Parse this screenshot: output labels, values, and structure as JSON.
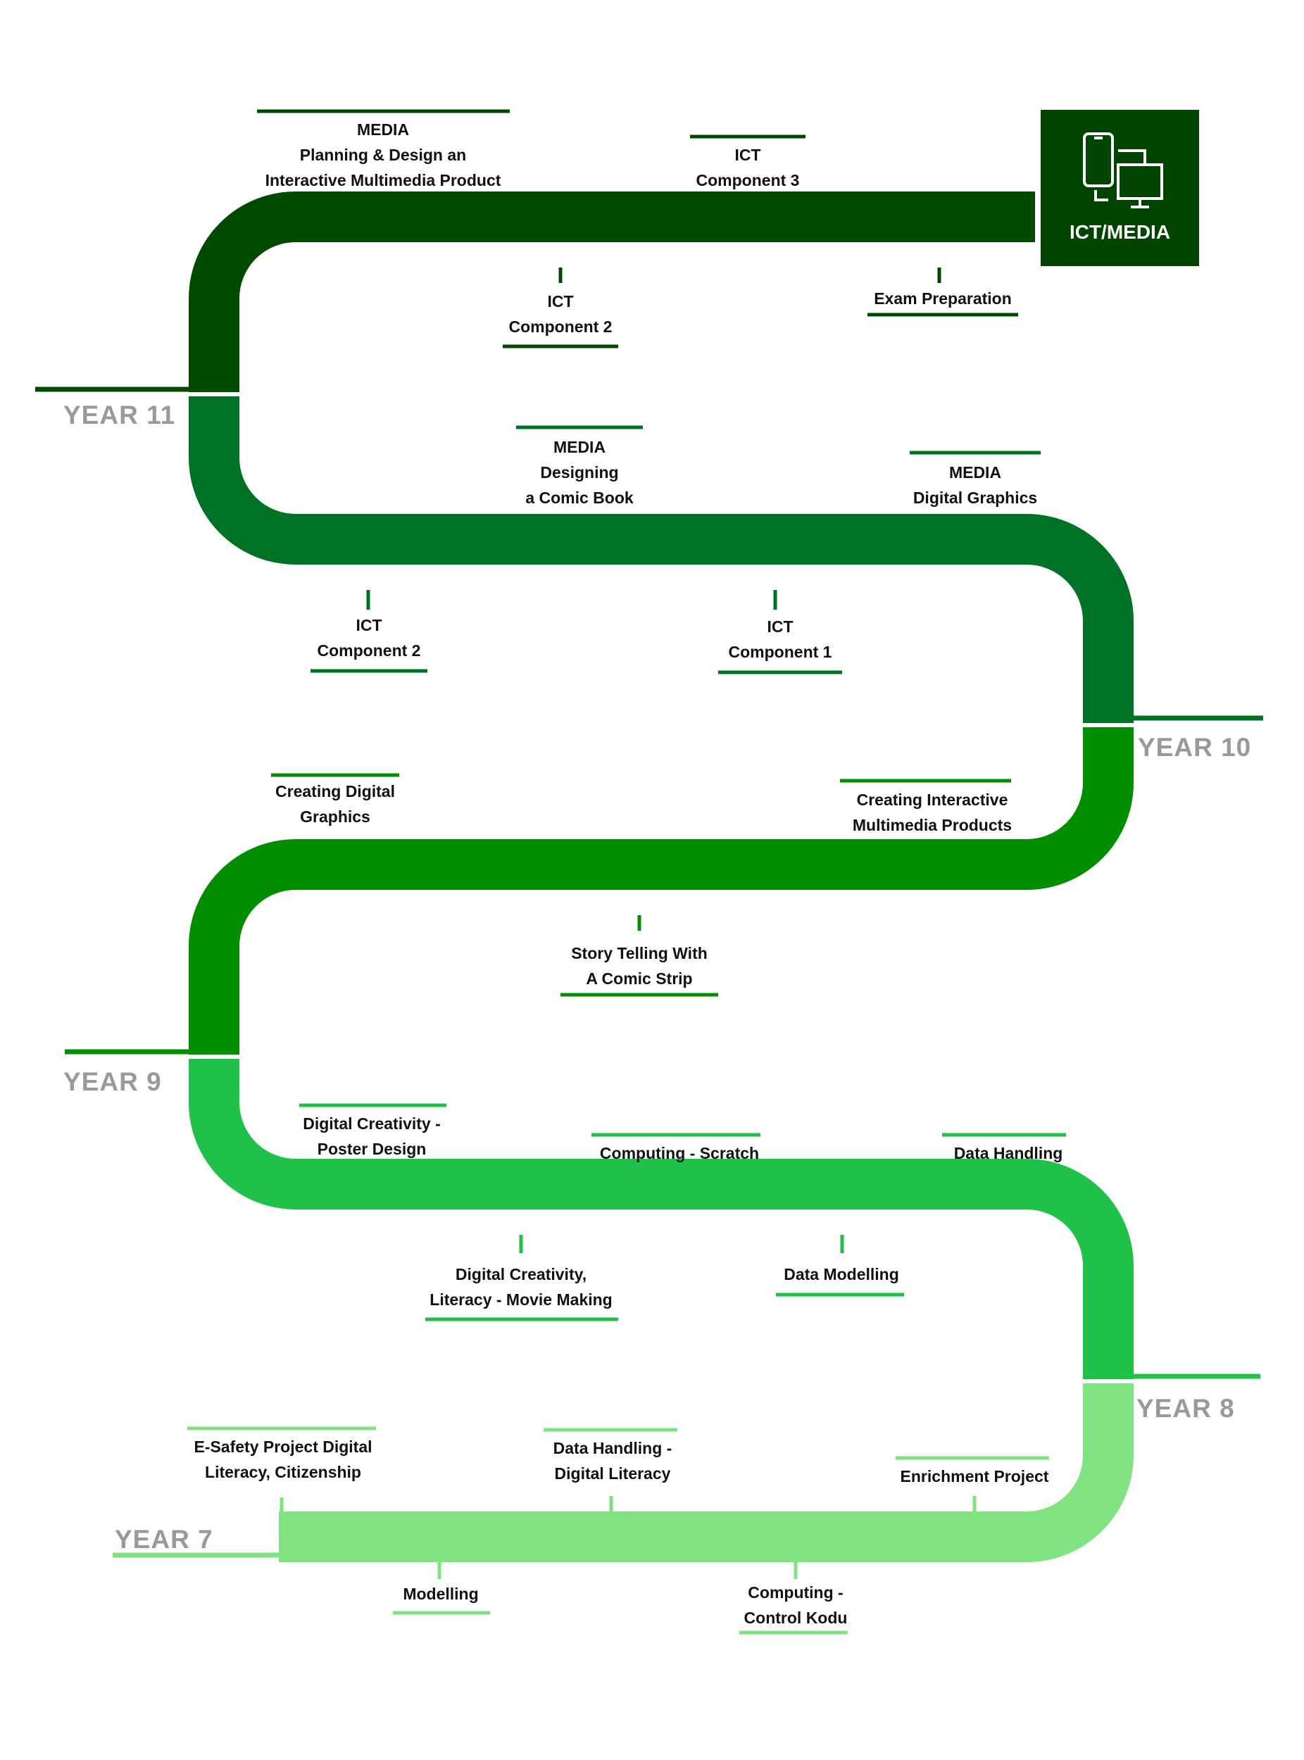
{
  "colors": {
    "year11": "#004a00",
    "year10": "#007226",
    "year9": "#008e00",
    "year8": "#20c149",
    "year7": "#80e280",
    "year_text": "#999999"
  },
  "logo": {
    "label": "ICT/MEDIA",
    "icon": "devices-icon"
  },
  "years": {
    "y11": "YEAR 11",
    "y10": "YEAR 10",
    "y9": "YEAR 9",
    "y8": "YEAR 8",
    "y7": "YEAR 7"
  },
  "topics": {
    "y11": {
      "media_planning": [
        "MEDIA",
        "Planning & Design an",
        "Interactive Multimedia Product"
      ],
      "ict_comp3": [
        "ICT",
        "Component 3"
      ],
      "ict_comp2": [
        "ICT",
        "Component 2"
      ],
      "exam_prep": [
        "Exam Preparation"
      ]
    },
    "y10": {
      "media_comic": [
        "MEDIA",
        "Designing",
        "a Comic Book"
      ],
      "media_graphics": [
        "MEDIA",
        "Digital Graphics"
      ],
      "ict_comp2": [
        "ICT",
        "Component 2"
      ],
      "ict_comp1": [
        "ICT",
        "Component 1"
      ]
    },
    "y9": {
      "creating_graphics": [
        "Creating Digital",
        "Graphics"
      ],
      "creating_interactive": [
        "Creating Interactive",
        "Multimedia Products"
      ],
      "story_telling": [
        "Story Telling With",
        "A Comic Strip"
      ]
    },
    "y8": {
      "poster": [
        "Digital Creativity -",
        "Poster Design"
      ],
      "scratch": [
        "Computing - Scratch"
      ],
      "data_handling": [
        "Data Handling"
      ],
      "movie": [
        "Digital Creativity,",
        "Literacy - Movie Making"
      ],
      "data_modelling": [
        "Data Modelling"
      ]
    },
    "y7": {
      "esafety": [
        "E-Safety Project Digital",
        "Literacy, Citizenship"
      ],
      "data_literacy": [
        "Data Handling -",
        "Digital Literacy"
      ],
      "enrichment": [
        "Enrichment Project"
      ],
      "modelling": [
        "Modelling"
      ],
      "kodu": [
        "Computing -",
        "Control Kodu"
      ]
    }
  }
}
